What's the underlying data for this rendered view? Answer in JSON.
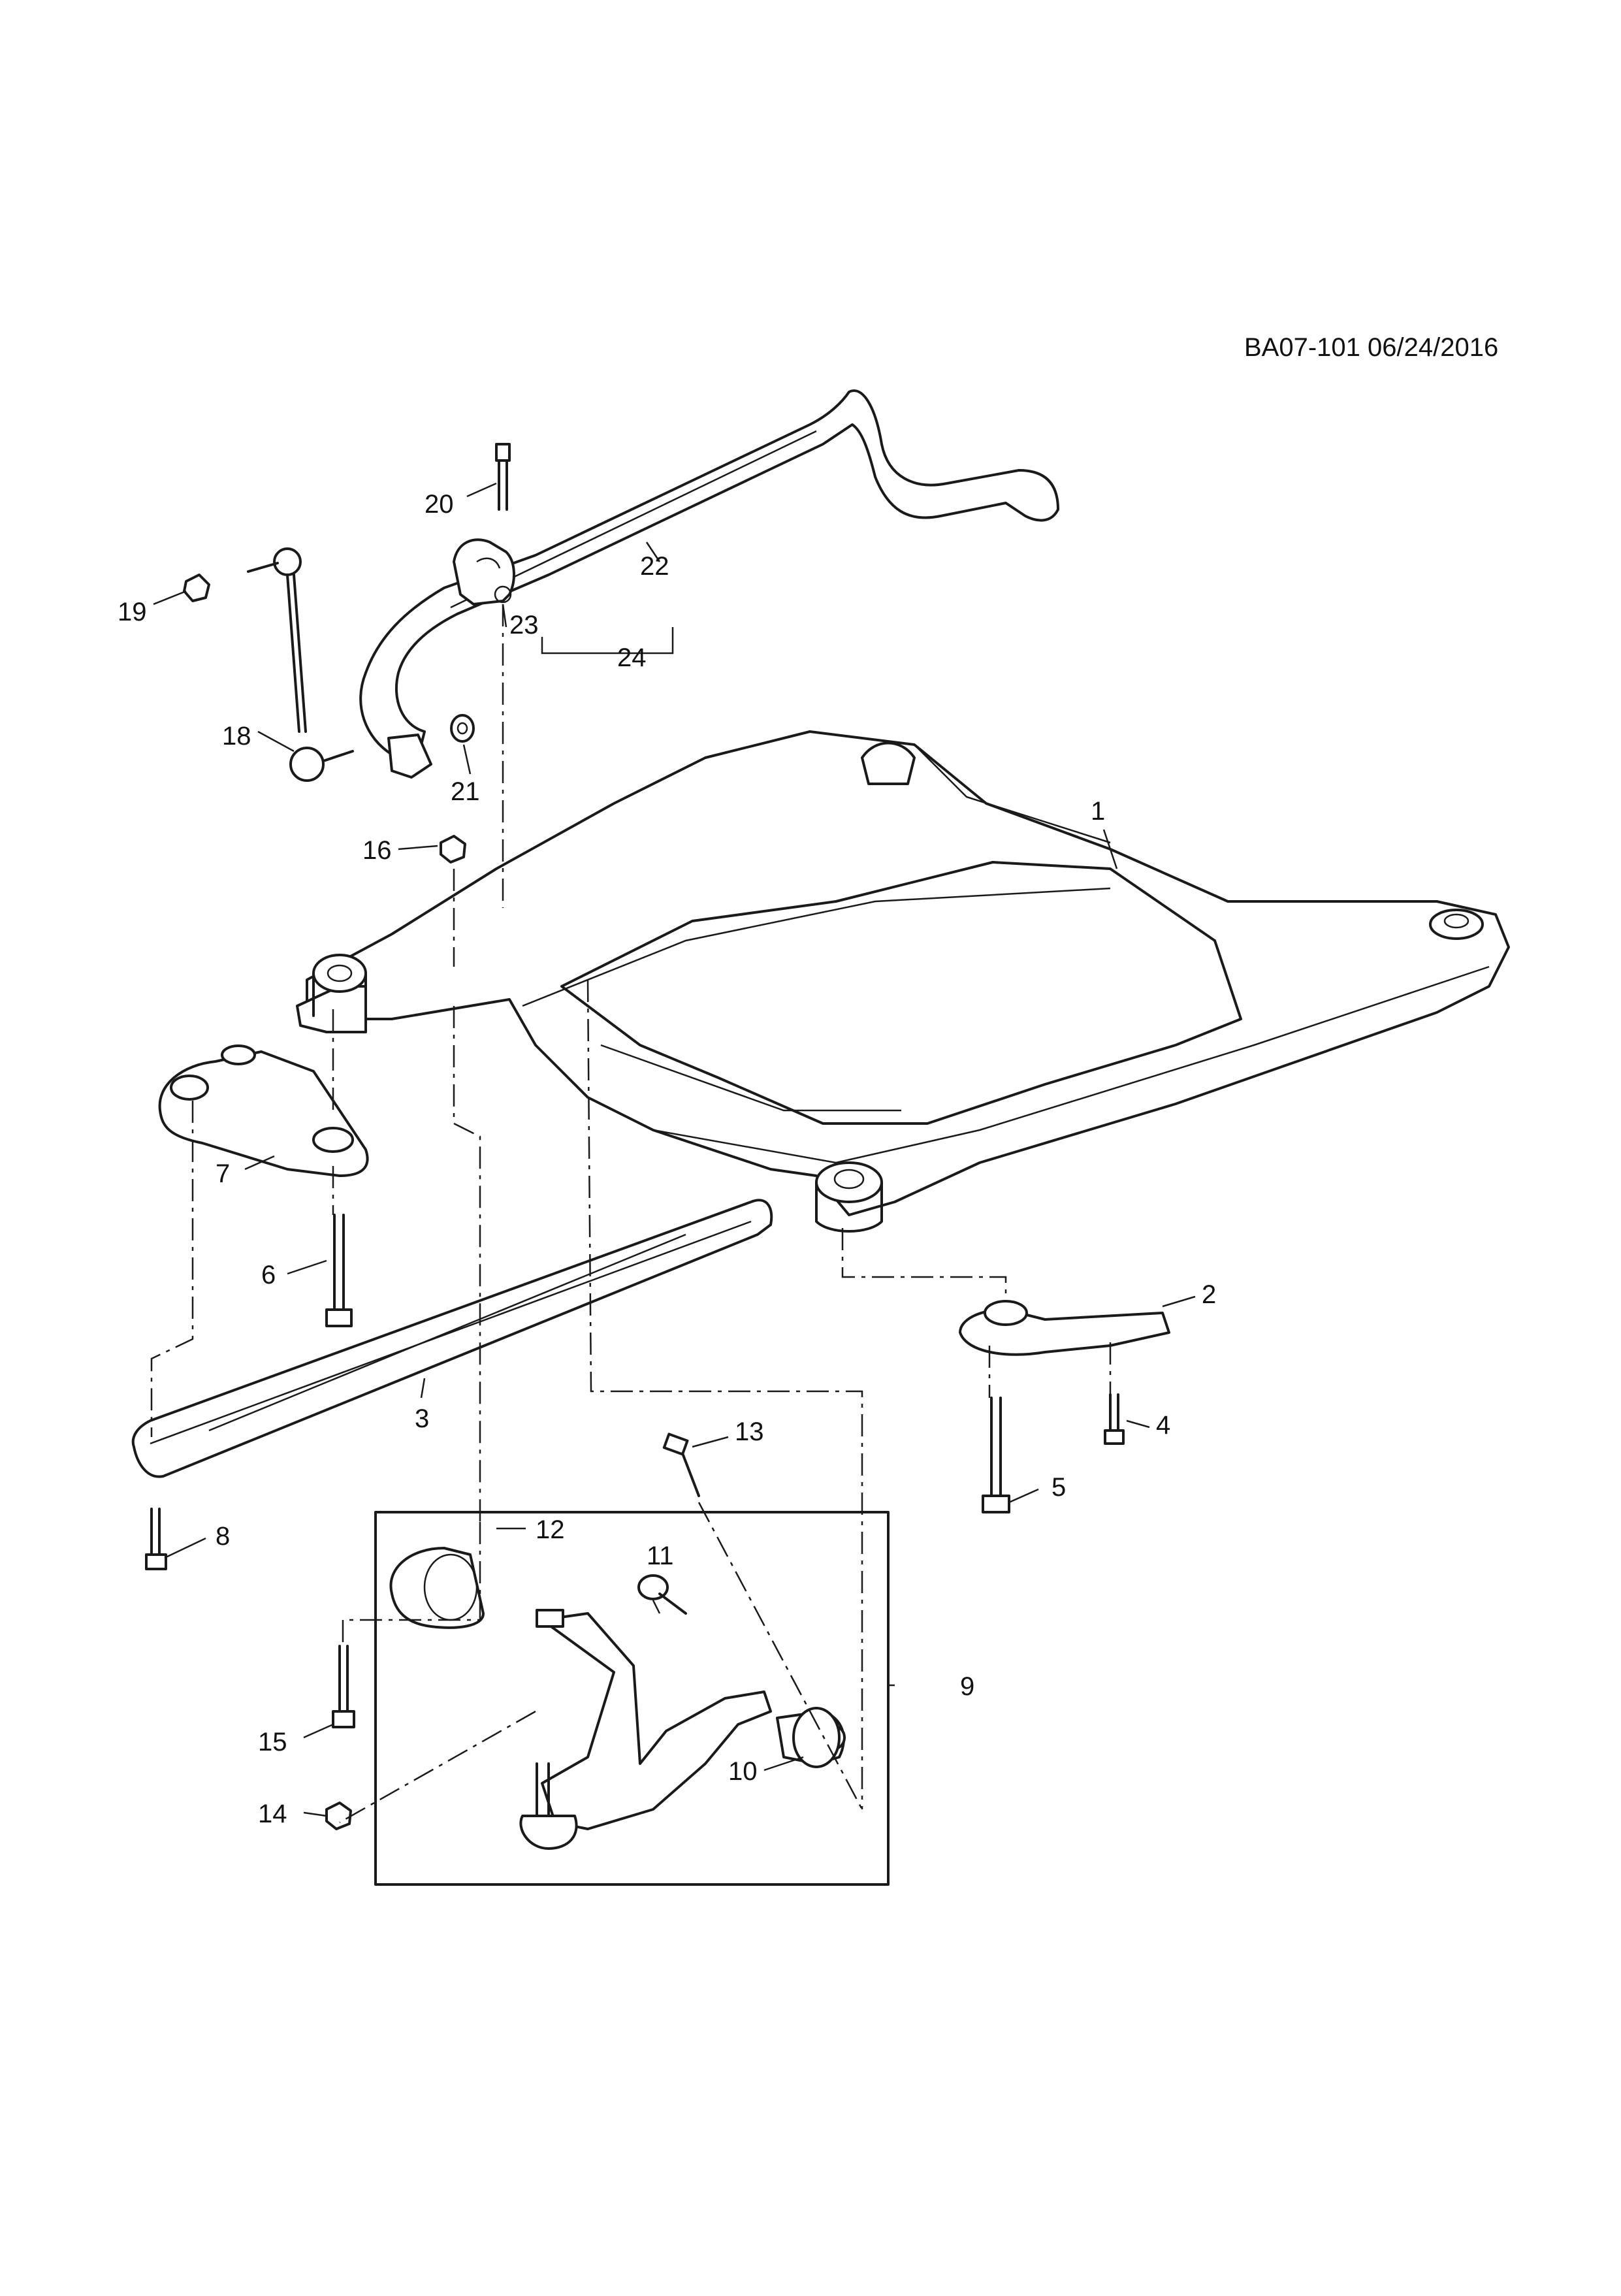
{
  "reference": "BA07-101 06/24/2016",
  "callouts": [
    "1",
    "2",
    "3",
    "4",
    "5",
    "6",
    "7",
    "8",
    "9",
    "10",
    "11",
    "12",
    "13",
    "14",
    "15",
    "16",
    "18",
    "19",
    "20",
    "21",
    "22",
    "23",
    "24"
  ]
}
